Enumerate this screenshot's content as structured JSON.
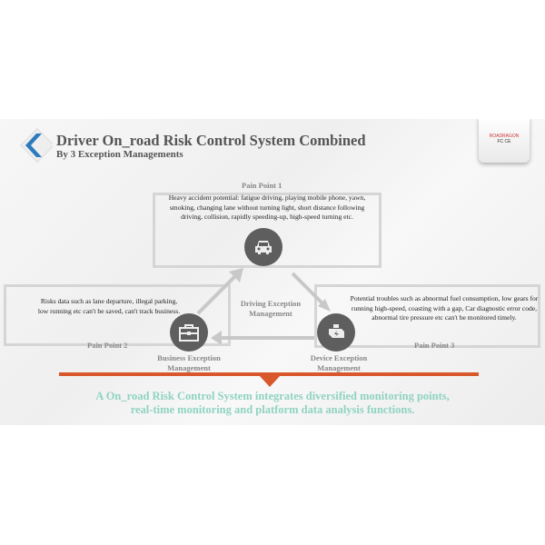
{
  "header": {
    "title": "Driver On_road Risk Control System Combined",
    "subtitle": "By 3 Exception Managements",
    "logo_text": "ROADRAGON",
    "logo_certs": "FC CE"
  },
  "pain_points": [
    {
      "label": "Pain Point 1",
      "text": "Heavy accident potential: fatigue driving, playing mobile phone, yawn, smoking, changing lane without turning light, short distance following driving,  collision, rapidly speeding-up, high-speed turning etc."
    },
    {
      "label": "Pain Point 2",
      "text": "Risks data such as lane departure, illegal parking, low running  etc can't be saved, can't track business."
    },
    {
      "label": "Pain Point 3",
      "text": "Potential troubles such as abnormal fuel consumption, low gears for running high-speed, coasting with a gap, Car diagnostic error code, abnormal tire pressure etc can't be monitored timely."
    }
  ],
  "managements": {
    "driving": "Driving Exception Management",
    "business": "Business Exception Management",
    "device": "Device Exception Management"
  },
  "summary": {
    "line1": "A On_road Risk Control System integrates diversified monitoring points,",
    "line2": "real-time monitoring and platform data analysis functions."
  },
  "colors": {
    "accent": "#d9582b",
    "teal": "#8fd3c1",
    "icon": "#5e5e5e"
  }
}
